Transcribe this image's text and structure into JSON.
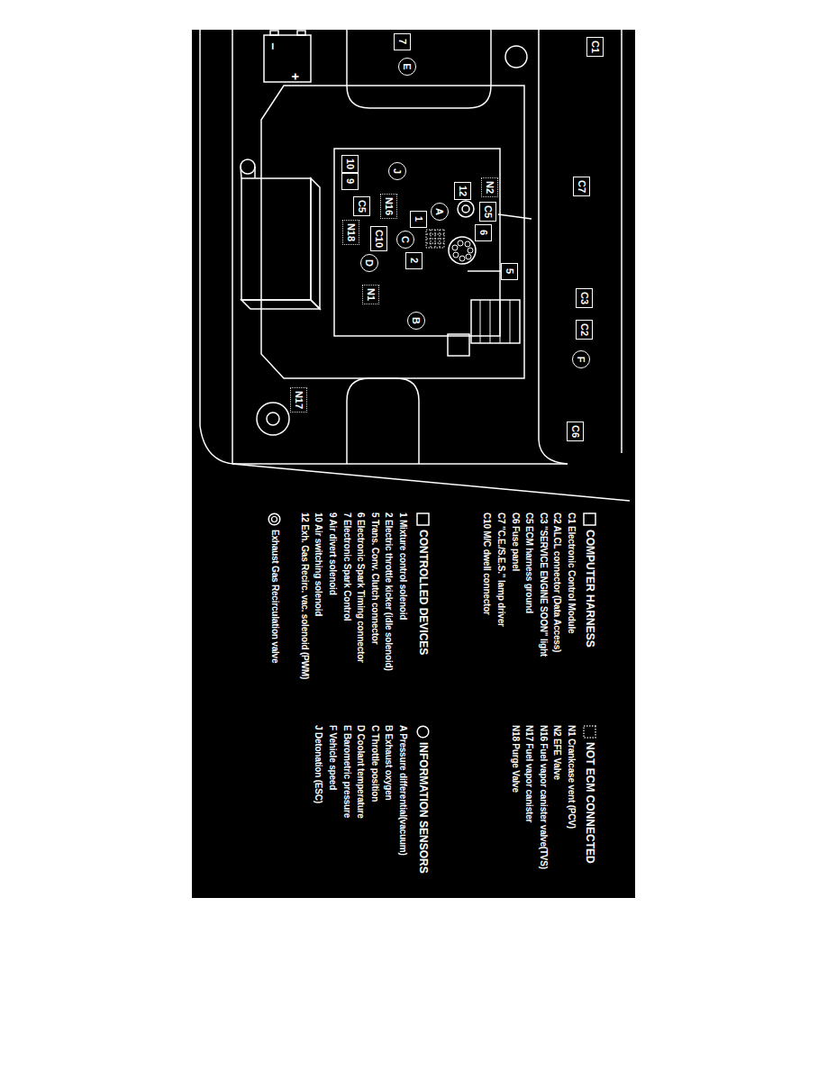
{
  "diagram": {
    "nodes": [
      {
        "text": [
          "7"
        ]
      },
      {
        "text": [
          "E"
        ]
      },
      {
        "text": [
          "C1"
        ]
      },
      {
        "text": [
          "C7"
        ]
      },
      {
        "text": [
          "C3"
        ]
      },
      {
        "text": [
          "C2"
        ]
      },
      {
        "text": [
          "F"
        ]
      },
      {
        "text": [
          "C6"
        ]
      },
      {
        "text": [
          "10"
        ]
      },
      {
        "text": [
          "9"
        ]
      },
      {
        "text": [
          "J"
        ]
      },
      {
        "text": [
          "N2"
        ]
      },
      {
        "text": [
          "12"
        ]
      },
      {
        "text": [
          "N16"
        ]
      },
      {
        "text": [
          "C5"
        ]
      },
      {
        "text": [
          "A"
        ]
      },
      {
        "text": [
          "1"
        ]
      },
      {
        "text": [
          "C5"
        ]
      },
      {
        "text": [
          "C10"
        ]
      },
      {
        "text": [
          "C"
        ]
      },
      {
        "text": [
          "N18"
        ]
      },
      {
        "text": [
          "6"
        ]
      },
      {
        "text": [
          "2"
        ]
      },
      {
        "text": [
          "D"
        ]
      },
      {
        "text": [
          "5"
        ]
      },
      {
        "text": [
          "N1"
        ]
      },
      {
        "text": [
          "B"
        ]
      },
      {
        "text": [
          "N17"
        ]
      }
    ],
    "labels": [
      "−",
      "+",
      "C1 Electronic Control Module",
      "C2 ALCL connector (Data Access)",
      "C3 \"SERVICE ENGINE SOON\" light",
      "C5 ECM harness ground",
      "C6 Fuse panel",
      "C7 \"C.E./S.E.S.\" lamp driver",
      "C10 M/C dwell connector",
      "1 Mixture control solenoid",
      "2 Electric throttle kicker (idle solenoid)",
      "5 Trans. Conv. Clutch connector",
      "6 Electronic Spark Timing connector",
      "7 Electronic Spark Control",
      "9 Air divert solenoid",
      "10 Air switching solenoid",
      "12 Exh. Gas Recirc. vac. solenoid (PWM)",
      "N1 Crankcase vent (PCV)",
      "N2 EFE Valve",
      "N16 Fuel vapor canister valve(TVS)",
      "N17 Fuel vapor canister",
      "N18 Purge Valve",
      "A Pressure differential(vacuum)",
      "B Exhaust oxygen",
      "C Throttle position",
      "D Coolant temperature",
      "E Barometric pressure",
      "F Vehicle speed",
      "J Detonation (ESC)"
    ],
    "legend": [
      {
        "text": "COMPUTER HARNESS"
      },
      {
        "text": "NOT ECM CONNECTED"
      },
      {
        "text": "CONTROLLED DEVICES"
      },
      {
        "text": "INFORMATION SENSORS"
      },
      {
        "text": "Exhaust Gas Recirculation valve"
      }
    ]
  }
}
